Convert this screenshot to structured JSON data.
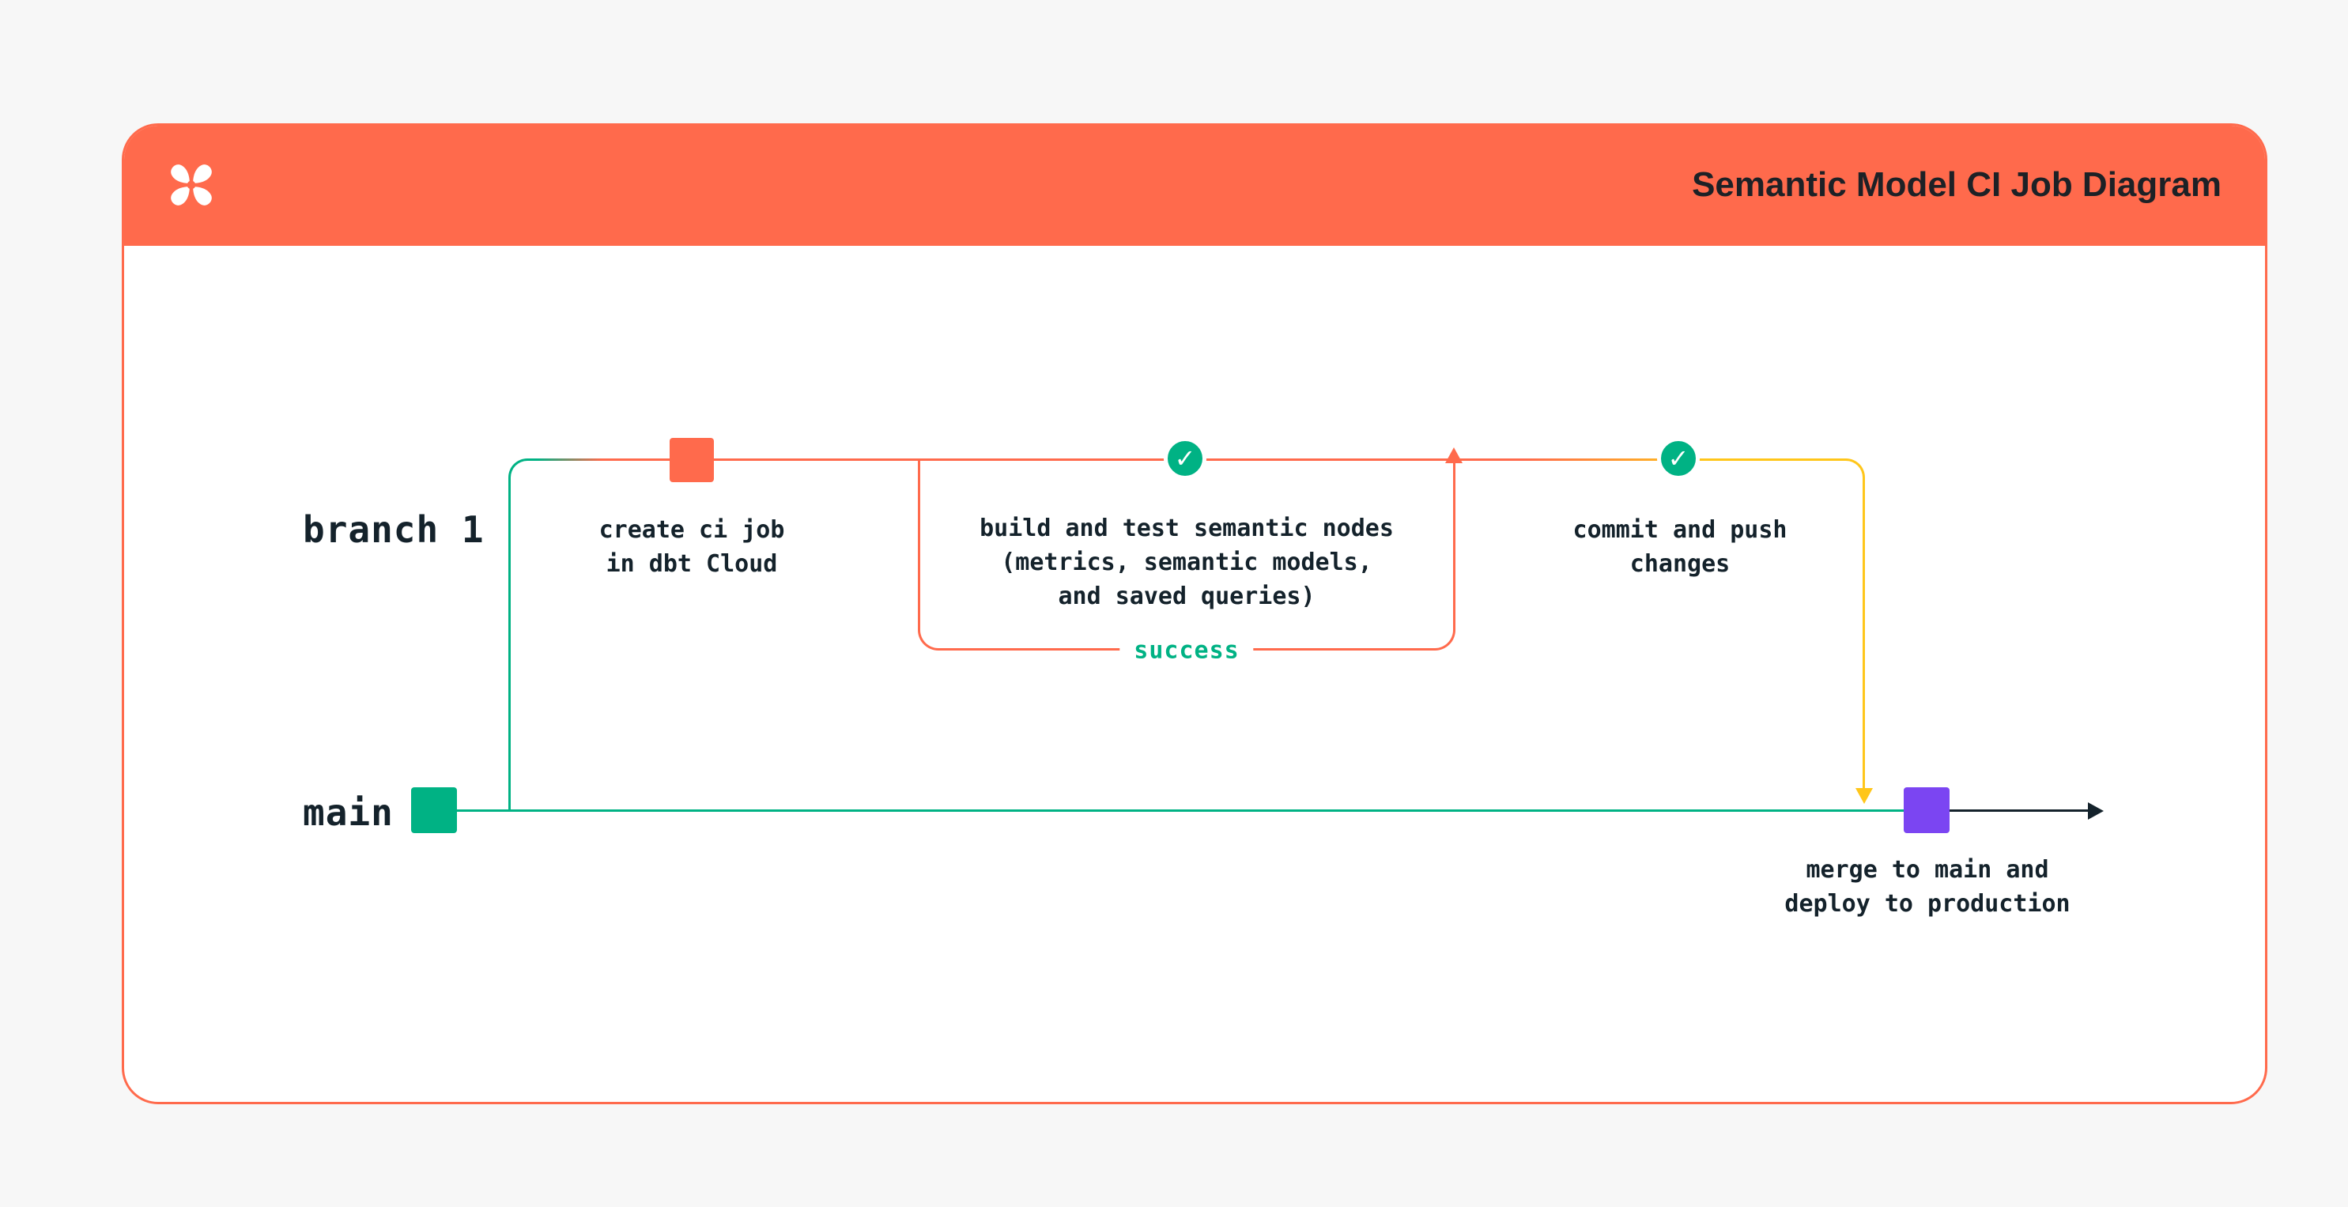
{
  "header": {
    "title": "Semantic Model CI Job Diagram"
  },
  "colors": {
    "page_bg": "#f7f7f7",
    "card_bg": "#ffffff",
    "orange": "#ff6a4c",
    "teal": "#00b284",
    "yellow": "#ffc61a",
    "purple": "#7b45f2",
    "dark": "#14222b"
  },
  "icons": {
    "check": "✓",
    "logo": "dbt-logo"
  },
  "diagram": {
    "branch_label": "branch 1",
    "main_label": "main",
    "create_ci": {
      "lines": [
        "create ci job",
        "in dbt Cloud"
      ]
    },
    "build_test": {
      "lines": [
        "build and test semantic nodes",
        "(metrics, semantic models,",
        "and saved queries)"
      ],
      "loop_label": "success"
    },
    "commit_push": {
      "lines": [
        "commit and push",
        "changes"
      ]
    },
    "merge": {
      "lines": [
        "merge to main and",
        "deploy to production"
      ]
    }
  }
}
